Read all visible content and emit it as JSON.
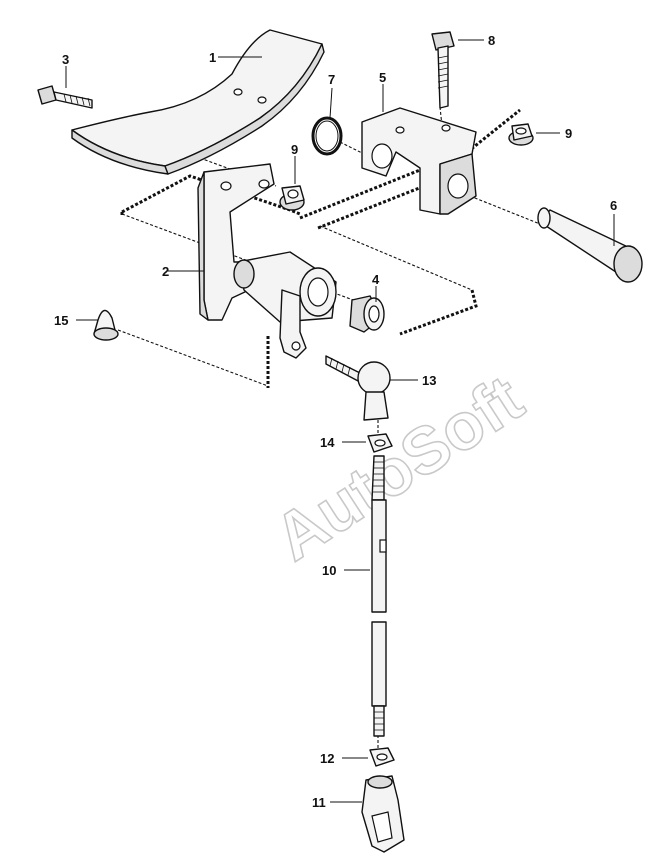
{
  "watermark": "AutoSoft",
  "callouts": {
    "c1": "1",
    "c2": "2",
    "c3": "3",
    "c4": "4",
    "c5": "5",
    "c6": "6",
    "c7": "7",
    "c8": "8",
    "c9a": "9",
    "c9b": "9",
    "c10": "10",
    "c11": "11",
    "c12": "12",
    "c13": "13",
    "c14": "14",
    "c15": "15"
  },
  "parts": {
    "p1": "pedal-pad",
    "p2": "pedal-lever",
    "p3": "bolt",
    "p4": "bushing",
    "p5": "pedal-bracket",
    "p6": "pivot-pin",
    "p7": "snap-ring",
    "p8": "bolt",
    "p9": "flange-nut",
    "p10": "adjusting-rod",
    "p11": "clevis",
    "p12": "nut",
    "p13": "ball-joint",
    "p14": "nut",
    "p15": "rubber-stop"
  }
}
